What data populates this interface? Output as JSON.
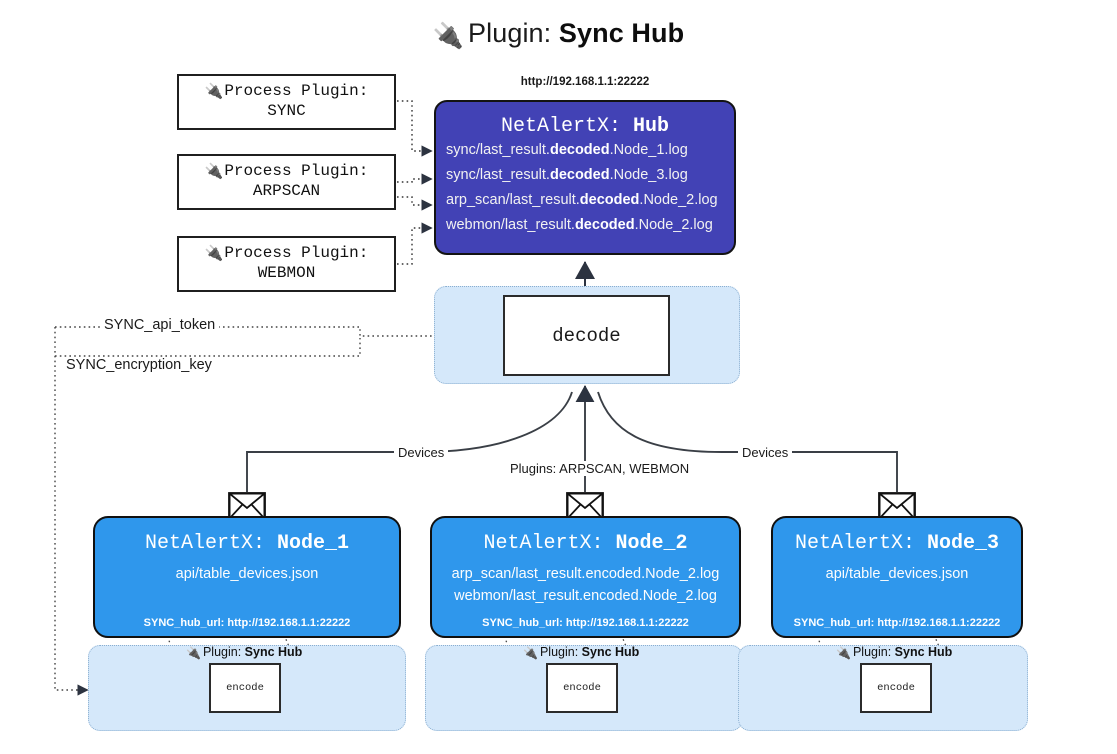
{
  "title": {
    "icon": "plug-icon",
    "prefix": "Plugin:",
    "name": "Sync Hub"
  },
  "process_plugins": [
    {
      "line1": "Process Plugin:",
      "line2": "SYNC",
      "icon": "plug-icon"
    },
    {
      "line1": "Process Plugin:",
      "line2": "ARPSCAN",
      "icon": "plug-icon"
    },
    {
      "line1": "Process Plugin:",
      "line2": "WEBMON",
      "icon": "plug-icon"
    }
  ],
  "hub": {
    "url": "http://192.168.1.1:22222",
    "title_prefix": "NetAlertX: ",
    "title_name": "Hub",
    "lines": [
      {
        "pre": "sync/last_result.",
        "bold": "decoded",
        "post": ".Node_1.log"
      },
      {
        "pre": "sync/last_result.",
        "bold": "decoded",
        "post": ".Node_3.log"
      },
      {
        "pre": "arp_scan/last_result.",
        "bold": "decoded",
        "post": ".Node_2.log"
      },
      {
        "pre": "webmon/last_result.",
        "bold": "decoded",
        "post": ".Node_2.log"
      }
    ],
    "color": "#4242b5"
  },
  "decode": {
    "label": "decode",
    "container_color": "#d5e8fa"
  },
  "tokens": [
    {
      "label": "SYNC_api_token"
    },
    {
      "label": "SYNC_encryption_key"
    }
  ],
  "curve_labels": {
    "left_devices": "Devices",
    "center_plugins": "Plugins: ARPSCAN, WEBMON",
    "right_devices": "Devices"
  },
  "nodes": [
    {
      "title_prefix": "NetAlertX: ",
      "title_name": "Node_1",
      "lines": [
        "api/table_devices.json"
      ],
      "footer": "SYNC_hub_url: http://192.168.1.1:22222",
      "icon": "envelope-icon",
      "color": "#2f97ec"
    },
    {
      "title_prefix": "NetAlertX: ",
      "title_name": "Node_2",
      "lines": [
        "arp_scan/last_result.encoded.Node_2.log",
        "webmon/last_result.encoded.Node_2.log"
      ],
      "footer": "SYNC_hub_url: http://192.168.1.1:22222",
      "icon": "envelope-icon",
      "color": "#2f97ec"
    },
    {
      "title_prefix": "NetAlertX: ",
      "title_name": "Node_3",
      "lines": [
        "api/table_devices.json"
      ],
      "footer": "SYNC_hub_url: http://192.168.1.1:22222",
      "icon": "envelope-icon",
      "color": "#2f97ec"
    }
  ],
  "encoders": [
    {
      "label": "encode",
      "plugin_prefix": "Plugin:",
      "plugin_name": "Sync Hub",
      "icon": "plug-icon"
    },
    {
      "label": "encode",
      "plugin_prefix": "Plugin:",
      "plugin_name": "Sync Hub",
      "icon": "plug-icon"
    },
    {
      "label": "encode",
      "plugin_prefix": "Plugin:",
      "plugin_name": "Sync Hub",
      "icon": "plug-icon"
    }
  ]
}
